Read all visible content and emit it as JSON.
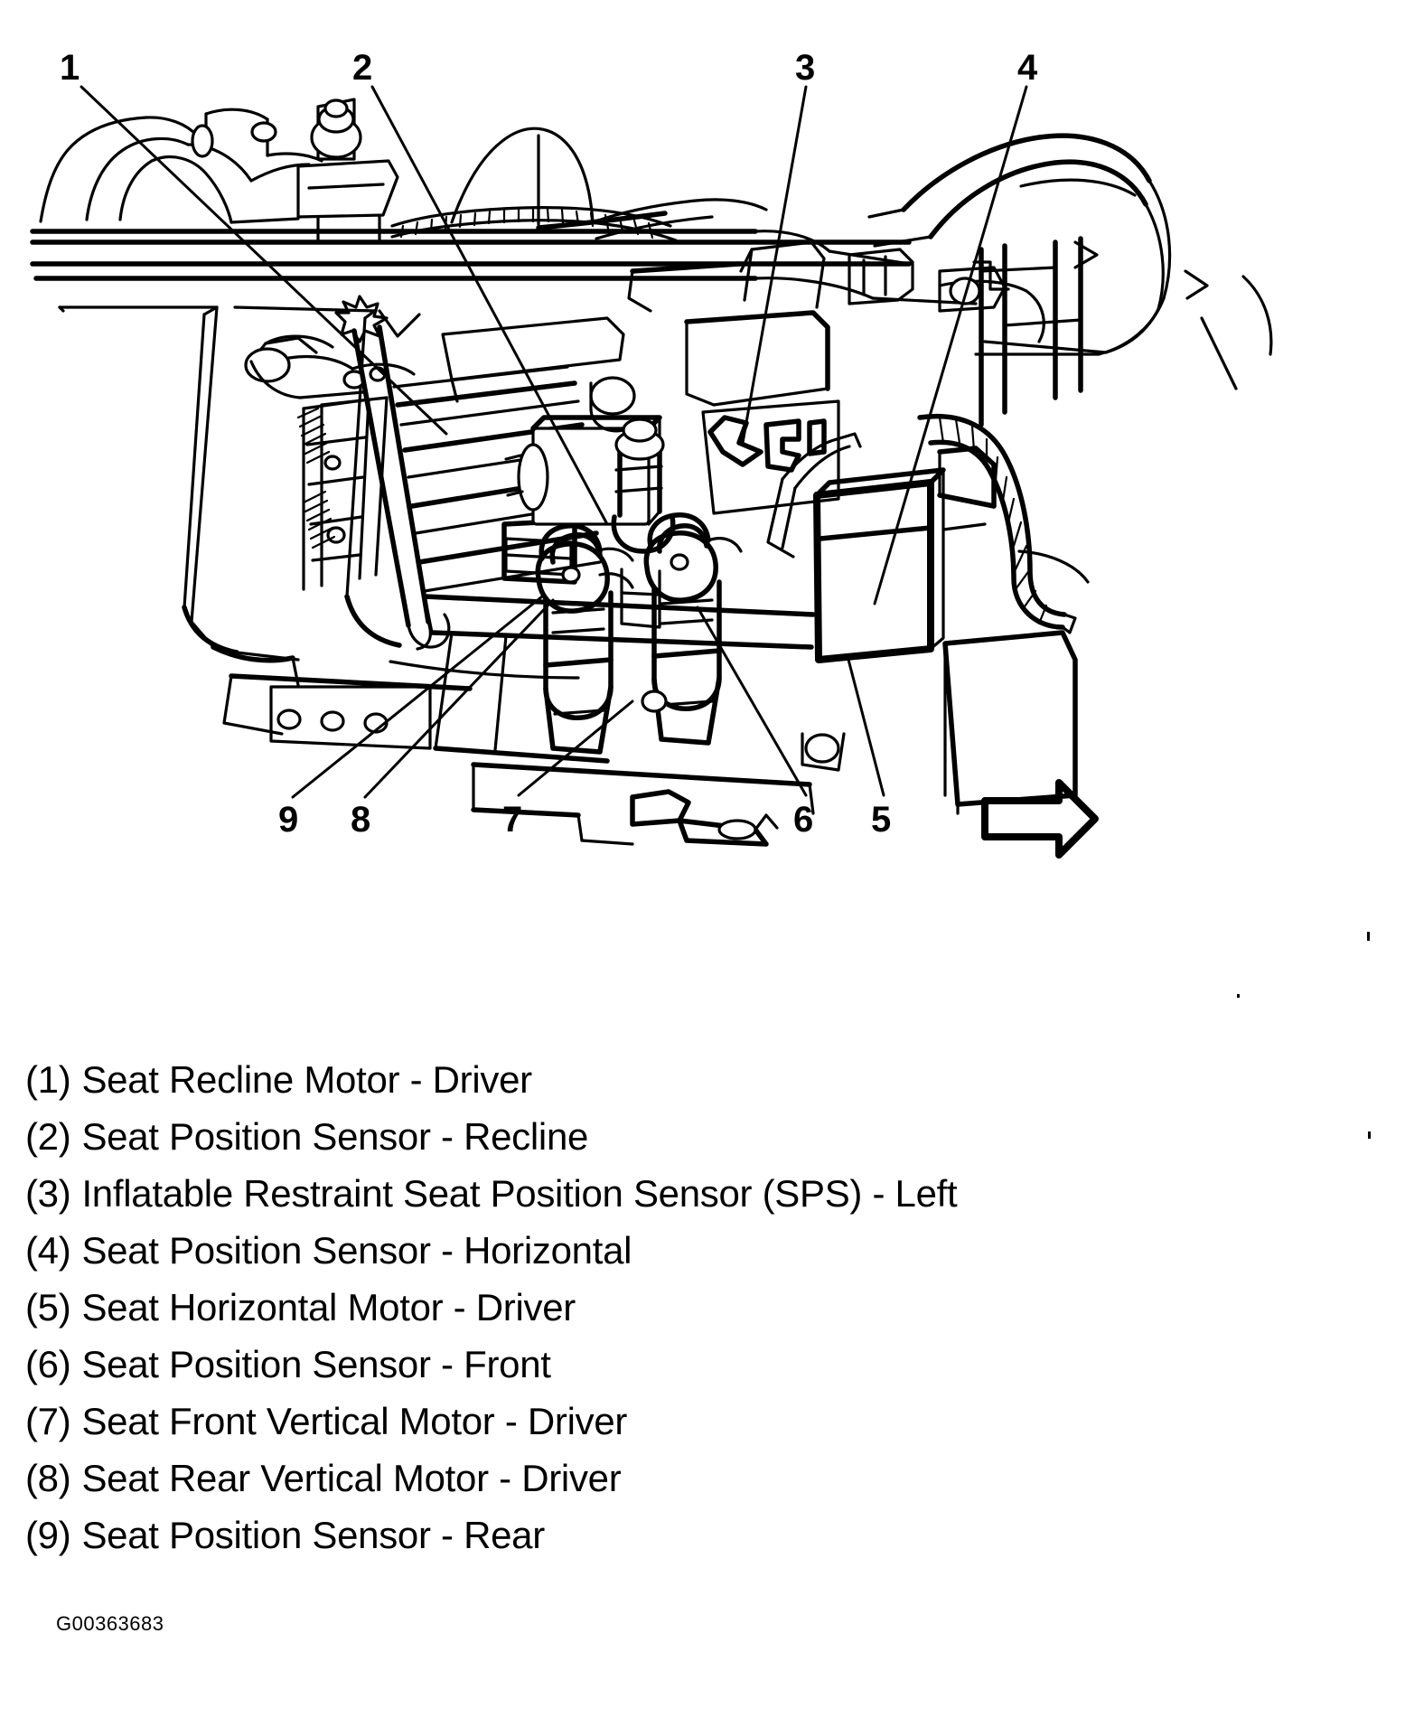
{
  "figure": {
    "id_code": "G00363683",
    "direction_arrow": "forward-direction-arrow",
    "callout_numbers": [
      "1",
      "2",
      "3",
      "4",
      "5",
      "6",
      "7",
      "8",
      "9"
    ]
  },
  "legend": {
    "items": [
      {
        "number": "(1)",
        "label": "Seat Recline Motor - Driver"
      },
      {
        "number": "(2)",
        "label": "Seat Position Sensor - Recline"
      },
      {
        "number": "(3)",
        "label": "Inflatable Restraint Seat Position Sensor (SPS) - Left"
      },
      {
        "number": "(4)",
        "label": "Seat Position Sensor - Horizontal"
      },
      {
        "number": "(5)",
        "label": "Seat Horizontal Motor - Driver"
      },
      {
        "number": "(6)",
        "label": "Seat Position Sensor - Front"
      },
      {
        "number": "(7)",
        "label": "Seat Front Vertical Motor - Driver"
      },
      {
        "number": "(8)",
        "label": "Seat Rear Vertical Motor - Driver"
      },
      {
        "number": "(9)",
        "label": "Seat Position Sensor - Rear"
      }
    ]
  },
  "callouts": {
    "c1": "1",
    "c2": "2",
    "c3": "3",
    "c4": "4",
    "c5": "5",
    "c6": "6",
    "c7": "7",
    "c8": "8",
    "c9": "9"
  },
  "colors": {
    "ink": "#000000",
    "paper": "#ffffff"
  }
}
